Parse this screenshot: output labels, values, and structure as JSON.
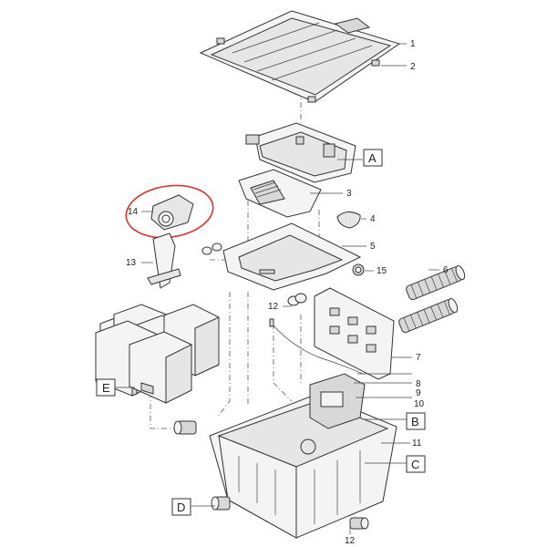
{
  "callouts": {
    "c1": "1",
    "c2": "2",
    "c3": "3",
    "c4": "4",
    "c5": "5",
    "c6": "6",
    "c7": "7",
    "c8": "8",
    "c9": "9",
    "c10": "10",
    "c11": "11",
    "c12a": "12",
    "c12b": "12",
    "c13": "13",
    "c14": "14",
    "c15": "15"
  },
  "letter_boxes": {
    "a": "A",
    "b": "B",
    "c": "C",
    "d": "D",
    "e": "E"
  },
  "colors": {
    "highlight_circle": "#d9342b",
    "line": "#333333"
  }
}
